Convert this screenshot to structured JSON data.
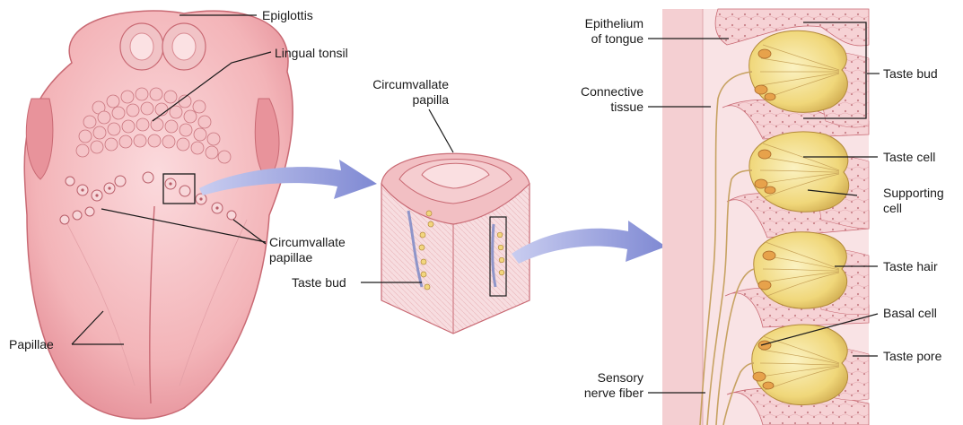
{
  "labels": {
    "epiglottis": "Epiglottis",
    "lingual_tonsil": "Lingual tonsil",
    "circumvallate_papillae_1": "Circumvallate",
    "circumvallate_papillae_2": "papillae",
    "papillae": "Papillae",
    "circumvallate_papilla_1": "Circumvallate",
    "circumvallate_papilla_2": "papilla",
    "taste_bud_mid": "Taste bud",
    "epithelium_1": "Epithelium",
    "epithelium_2": "of tongue",
    "connective_1": "Connective",
    "connective_2": "tissue",
    "sensory_1": "Sensory",
    "sensory_2": "nerve fiber",
    "taste_bud_right": "Taste bud",
    "taste_cell": "Taste cell",
    "supporting_1": "Supporting",
    "supporting_2": "cell",
    "taste_hair": "Taste hair",
    "basal_cell": "Basal cell",
    "taste_pore": "Taste pore"
  },
  "colors": {
    "tongue": "#f3b4b8",
    "tongue_outline": "#c96a74",
    "arrow": "#8b94d6",
    "taste_bud": "#f2e08a",
    "taste_bud_outline": "#b38a3a",
    "tissue": "#f7d6d8",
    "nerve": "#c7a262"
  }
}
